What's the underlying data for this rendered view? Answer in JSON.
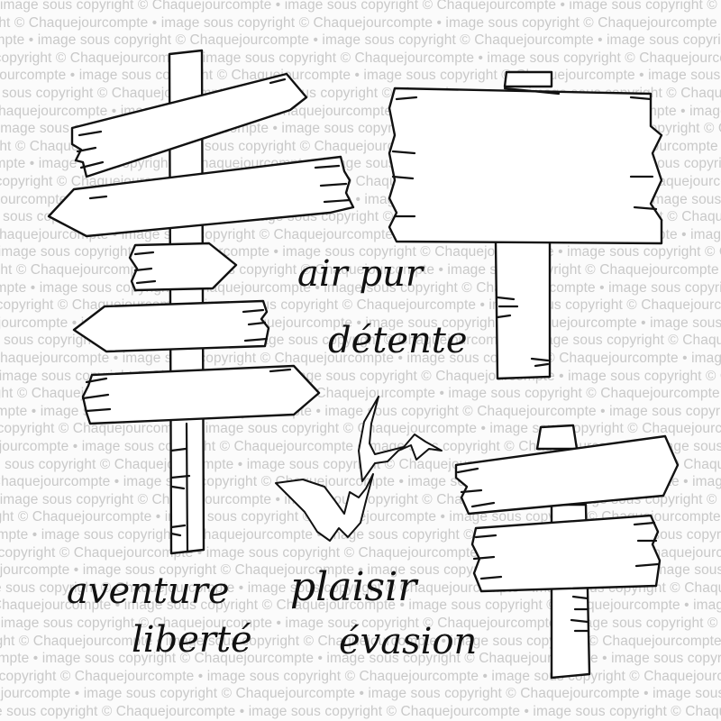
{
  "watermark": {
    "text": "image sous copyright © Chaquejourcompte • "
  },
  "words": {
    "air_pur": "air pur",
    "detente": "détente",
    "aventure": "aventure",
    "liberte": "liberté",
    "plaisir": "plaisir",
    "evasion": "évasion"
  },
  "colors": {
    "ink": "#111111",
    "watermark": "#c9c9c9",
    "background": "#fbfbfb"
  }
}
